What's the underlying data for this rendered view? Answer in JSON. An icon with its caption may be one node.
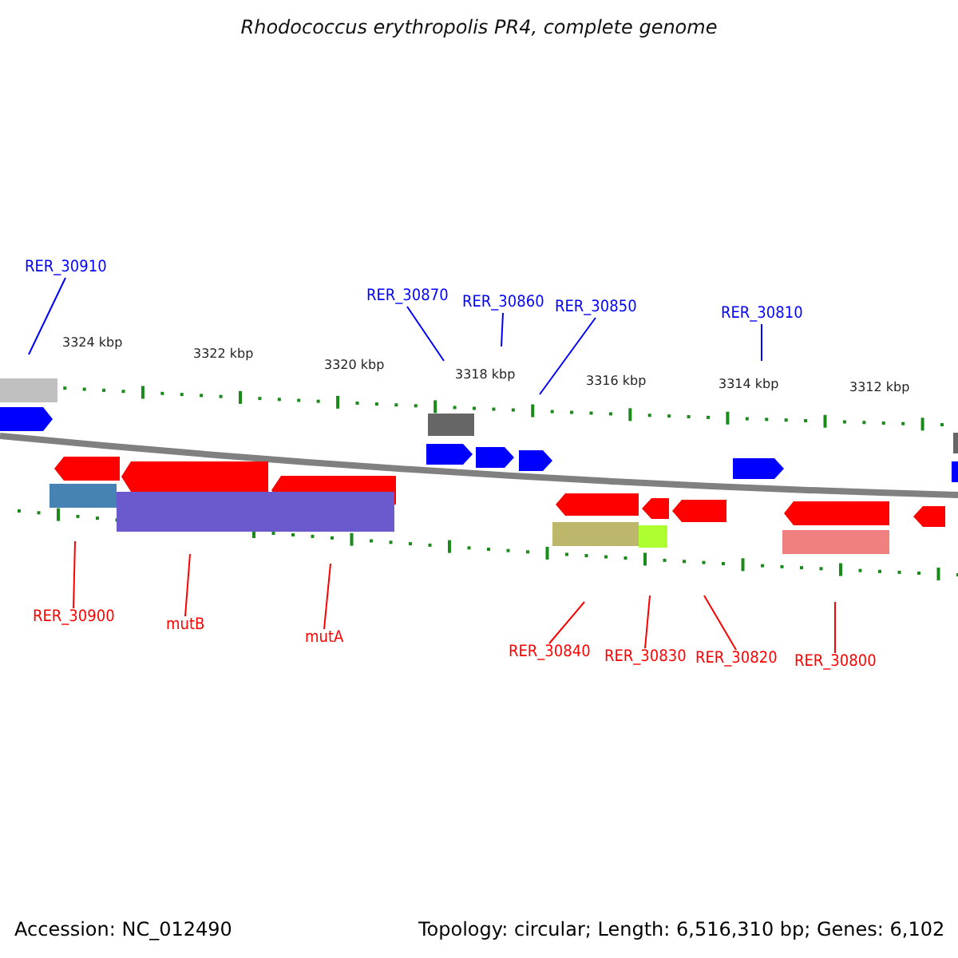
{
  "diagram": {
    "title": "Rhodococcus erythropolis PR4, complete genome",
    "nodes": [
      {
        "text": [
          "RER_30910"
        ]
      },
      {
        "text": [
          "RER_30870"
        ]
      },
      {
        "text": [
          "RER_30860"
        ]
      },
      {
        "text": [
          "RER_30850"
        ]
      },
      {
        "text": [
          "RER_30810"
        ]
      },
      {
        "text": [
          "RER_30900"
        ]
      },
      {
        "text": [
          "mutB"
        ]
      },
      {
        "text": [
          "mutA"
        ]
      },
      {
        "text": [
          "RER_30840"
        ]
      },
      {
        "text": [
          "RER_30830"
        ]
      },
      {
        "text": [
          "RER_30820"
        ]
      },
      {
        "text": [
          "RER_30800"
        ]
      }
    ],
    "edges": [
      {
        "from": 0,
        "to": null,
        "arrow": "none",
        "color": "#0000ff"
      },
      {
        "from": 1,
        "to": null,
        "arrow": "none",
        "color": "#0000ff"
      },
      {
        "from": 2,
        "to": null,
        "arrow": "none",
        "color": "#0000ff"
      },
      {
        "from": 3,
        "to": null,
        "arrow": "none",
        "color": "#0000ff"
      },
      {
        "from": 4,
        "to": null,
        "arrow": "none",
        "color": "#0000ff"
      },
      {
        "from": 5,
        "to": null,
        "arrow": "none"
      },
      {
        "from": 6,
        "to": null,
        "arrow": "none"
      },
      {
        "from": 7,
        "to": null,
        "arrow": "none"
      },
      {
        "from": 8,
        "to": null,
        "arrow": "none"
      },
      {
        "from": 9,
        "to": null,
        "arrow": "none"
      },
      {
        "from": 10,
        "to": null,
        "arrow": "none"
      },
      {
        "from": 11,
        "to": null,
        "arrow": "none"
      }
    ],
    "labels": [
      "3324 kbp",
      "3322 kbp",
      "3320 kbp",
      "3318 kbp",
      "3316 kbp",
      "3314 kbp",
      "3312 kbp",
      "Accession: NC_012490",
      "Topology: circular; Length: 6,516,310 bp; Genes: 6,102"
    ]
  }
}
